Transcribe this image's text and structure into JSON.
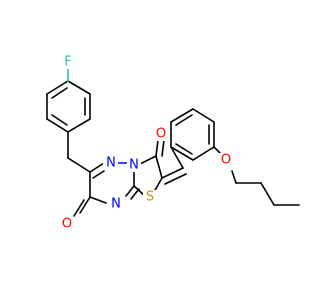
{
  "molecule": {
    "atoms": {
      "fluorine": {
        "symbol": "F",
        "color": "#2ec4c4"
      },
      "n_ring_upper": {
        "symbol": "N",
        "color": "#0000ff"
      },
      "n_bridge": {
        "symbol": "N",
        "color": "#0000ff"
      },
      "n_ring_lower": {
        "symbol": "N",
        "color": "#0000ff"
      },
      "o_carbonyl_right": {
        "symbol": "O",
        "color": "#ff0000"
      },
      "o_carbonyl_left": {
        "symbol": "O",
        "color": "#ff0000"
      },
      "o_ether": {
        "symbol": "O",
        "color": "#ff0000"
      },
      "sulfur": {
        "symbol": "S",
        "color": "#b8a000"
      }
    },
    "bond_color": "#000000",
    "background": "#ffffff"
  }
}
